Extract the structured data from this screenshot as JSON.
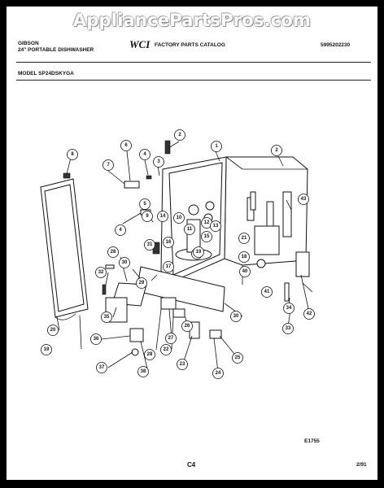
{
  "watermark": "AppliancePartsPros.com",
  "header": {
    "brand": "GIBSON",
    "product": "24\" PORTABLE DISHWASHER",
    "logo_text": "WCI",
    "catalog": "FACTORY PARTS CATALOG",
    "part_number": "5995202230",
    "model_line": "MODEL  SP24DSKYGA"
  },
  "footer": {
    "figure_code": "E1755",
    "page": "C4",
    "date": "2/91"
  },
  "callouts": [
    {
      "id": "c1",
      "label": "1"
    },
    {
      "id": "c2a",
      "label": "2"
    },
    {
      "id": "c2b",
      "label": "2"
    },
    {
      "id": "c3",
      "label": "3"
    },
    {
      "id": "c4a",
      "label": "4"
    },
    {
      "id": "c4b",
      "label": "4"
    },
    {
      "id": "c5",
      "label": "5"
    },
    {
      "id": "c6",
      "label": "6"
    },
    {
      "id": "c7",
      "label": "7"
    },
    {
      "id": "c8",
      "label": "8"
    },
    {
      "id": "c9",
      "label": "9"
    },
    {
      "id": "c10a",
      "label": "10"
    },
    {
      "id": "c10b",
      "label": "10"
    },
    {
      "id": "c11",
      "label": "11"
    },
    {
      "id": "c12",
      "label": "12"
    },
    {
      "id": "c13",
      "label": "13"
    },
    {
      "id": "c14",
      "label": "14"
    },
    {
      "id": "c15",
      "label": "15"
    },
    {
      "id": "c16",
      "label": "16"
    },
    {
      "id": "c17",
      "label": "17"
    },
    {
      "id": "c18",
      "label": "18"
    },
    {
      "id": "c19a",
      "label": "19"
    },
    {
      "id": "c19b",
      "label": "19"
    },
    {
      "id": "c20",
      "label": "20"
    },
    {
      "id": "c21",
      "label": "21"
    },
    {
      "id": "c22",
      "label": "22"
    },
    {
      "id": "c23",
      "label": "23"
    },
    {
      "id": "c24",
      "label": "24"
    },
    {
      "id": "c25",
      "label": "25"
    },
    {
      "id": "c26",
      "label": "26"
    },
    {
      "id": "c27",
      "label": "27"
    },
    {
      "id": "c28a",
      "label": "28"
    },
    {
      "id": "c28b",
      "label": "28"
    },
    {
      "id": "c29",
      "label": "29"
    },
    {
      "id": "c30a",
      "label": "30"
    },
    {
      "id": "c30b",
      "label": "30"
    },
    {
      "id": "c31",
      "label": "31"
    },
    {
      "id": "c32",
      "label": "32"
    },
    {
      "id": "c33",
      "label": "33"
    },
    {
      "id": "c34",
      "label": "34"
    },
    {
      "id": "c35",
      "label": "35"
    },
    {
      "id": "c36",
      "label": "36"
    },
    {
      "id": "c37",
      "label": "37"
    },
    {
      "id": "c38",
      "label": "38"
    },
    {
      "id": "c40",
      "label": "40"
    },
    {
      "id": "c41",
      "label": "41"
    },
    {
      "id": "c42",
      "label": "42"
    },
    {
      "id": "c43",
      "label": "43"
    }
  ]
}
